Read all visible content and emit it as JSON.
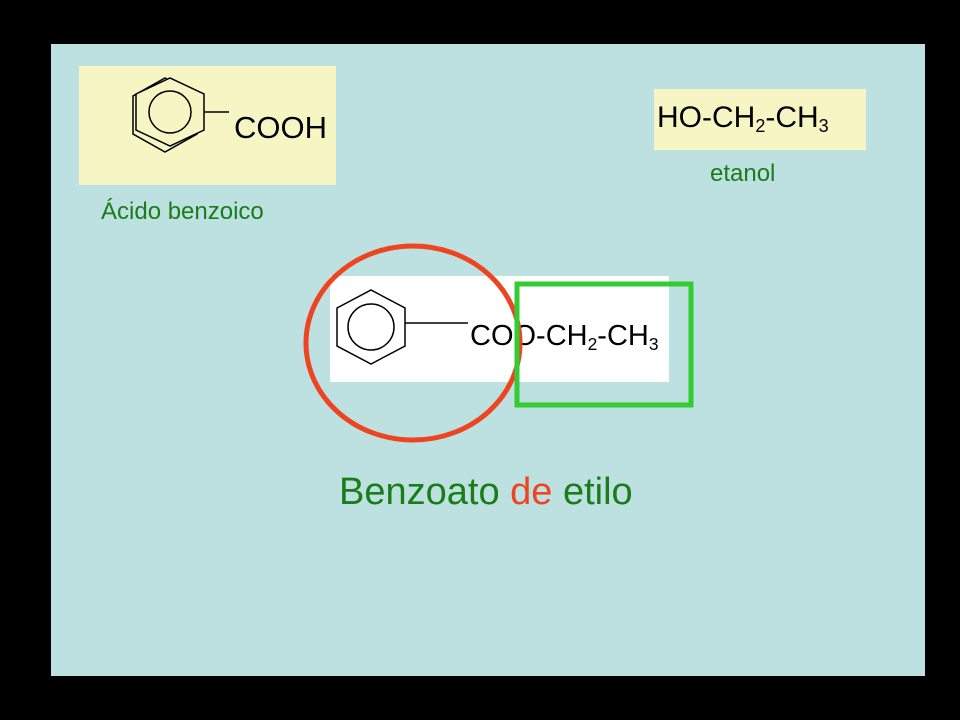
{
  "colors": {
    "slide_background": "#bde1e0",
    "page_background": "#000000",
    "reactant_box": "#f6f5c4",
    "product_box": "#ffffff",
    "caption_green": "#1a7d1a",
    "highlight_red": "#ee4422",
    "highlight_green": "#33cc33",
    "bond_line": "#000000"
  },
  "benzoic_acid": {
    "group": "COOH",
    "caption": "Ácido benzoico",
    "ring_icon": "benzene-ring-icon"
  },
  "ethanol": {
    "part_ho": "HO-CH",
    "sub1": "2",
    "part_mid": "-CH",
    "sub2": "3",
    "caption": "etanol"
  },
  "ester": {
    "part_co": "COO-CH",
    "sub1": "2",
    "part_mid": "-CH",
    "sub2": "3",
    "ring_icon": "benzene-ring-icon",
    "acid_highlight": "red-circle",
    "alcohol_highlight": "green-rectangle"
  },
  "product_name": {
    "word1": "Benzoato",
    "word2": "de",
    "word3": "etilo"
  }
}
